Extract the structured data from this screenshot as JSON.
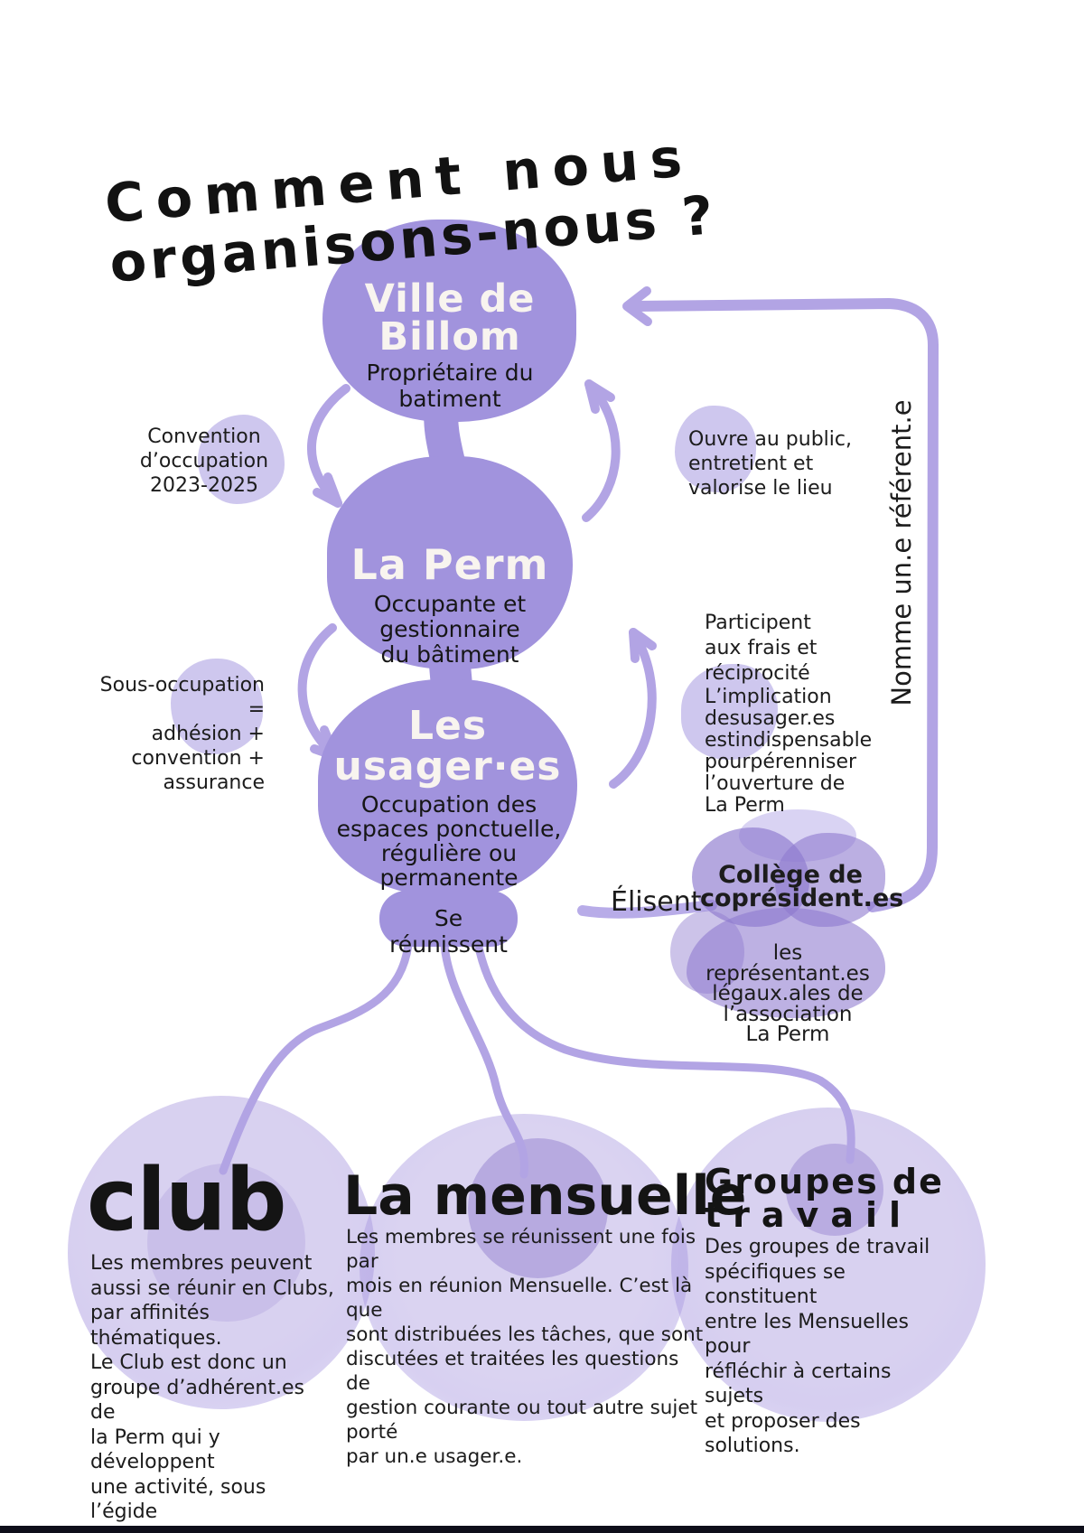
{
  "title": {
    "line1": "Comment nous",
    "line2": "organisons-nous ?"
  },
  "nodes": {
    "ville": {
      "name": "Ville de\nBillom",
      "subtitle": "Propriétaire du\nbatiment"
    },
    "perm": {
      "name": "La Perm",
      "subtitle": "Occupante et\ngestionnaire\ndu bâtiment"
    },
    "usagers": {
      "name": "Les\nusager·es",
      "subtitle": "Occupation des\nespaces ponctuelle,\nrégulière ou\npermanente"
    },
    "reunion": {
      "label": "Se réunissent"
    },
    "college": {
      "title": "Collège de\ncoprésident.es",
      "subtitle": "les représentant.es\nlégaux.ales de\nl’association\nLa Perm"
    }
  },
  "annotations": {
    "convention": "Convention\nd’occupation\n2023-2025",
    "ouvre": "Ouvre au public,\nentretient et\nvalorise le lieu",
    "sous_occupation": "Sous-occupation =\nadhésion +\nconvention +\nassurance",
    "participent": "Participent\naux frais et\nréciprocité",
    "implication": "L’implication\ndesusager.es\nestindispensable\npourpérenniser\nl’ouverture de\nLa Perm",
    "nomme": "Nomme un.e référent.e",
    "elisent": "Élisent"
  },
  "sections": [
    {
      "id": "club",
      "title": "Club",
      "body": "Les membres peuvent\naussi se réunir en Clubs,\npar affinités thématiques.\nLe Club est donc un\ngroupe d’adhérent.es de\nla Perm qui y développent\nune activité, sous l’égide\nde La Perm (cf Le contrat\nde club)."
    },
    {
      "id": "mensuelle",
      "title": "La mensuelle",
      "body": "Les membres se réunissent une fois par\nmois en réunion Mensuelle. C’est là que\nsont distribuées les tâches, que sont\ndiscutées et traitées les questions de\ngestion courante ou tout autre sujet porté\npar un.e usager.e."
    },
    {
      "id": "groupes",
      "title_line1": "Groupes de",
      "title_line2": "travail",
      "body": "Des groupes de travail\nspécifiques se constituent\nentre les Mensuelles pour\nréfléchir à certains sujets\net proposer des solutions."
    }
  ],
  "colors": {
    "blob_purple": "#a193dd",
    "light_blob": "#cbc1ec",
    "stroke_purple": "#b2a4e4",
    "watercolor": "#c6bbe9",
    "text_dark": "#1c1c1c",
    "text_white": "#f8f4ef",
    "footer_bar": "#0e0e1a"
  }
}
